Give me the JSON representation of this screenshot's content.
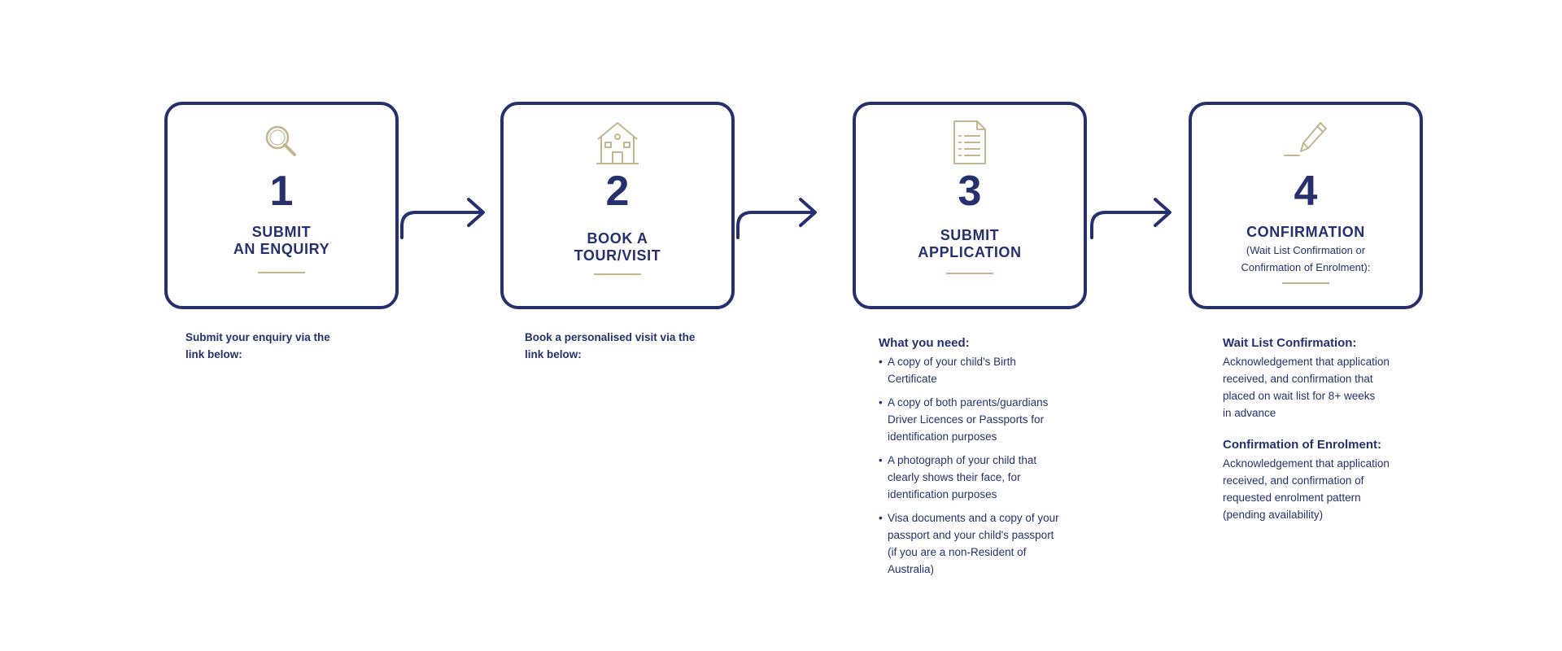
{
  "steps": [
    {
      "number": "1",
      "icon": "search-icon",
      "title_lines": [
        "SUBMIT",
        "AN ENQUIRY"
      ],
      "subtitle_lines": [],
      "description_lines": [
        "Submit your enquiry via the",
        "link below:"
      ]
    },
    {
      "number": "2",
      "icon": "house-icon",
      "title_lines": [
        "BOOK A",
        "TOUR/VISIT"
      ],
      "subtitle_lines": [],
      "description_lines": [
        "Book a personalised visit via the",
        "link below:"
      ]
    },
    {
      "number": "3",
      "icon": "document-checklist-icon",
      "title_lines": [
        "SUBMIT",
        "APPLICATION"
      ],
      "subtitle_lines": [],
      "needs_heading": "What you need:",
      "needs": [
        [
          "A copy of your child's Birth",
          "Certificate"
        ],
        [
          "A copy of both parents/guardians",
          "Driver Licences or Passports for",
          "identification purposes"
        ],
        [
          "A photograph of your child that",
          "clearly shows their face, for",
          "identification purposes"
        ],
        [
          "Visa documents and a copy of your",
          "passport and your child's passport",
          "(if you are a non-Resident of",
          "Australia)"
        ]
      ]
    },
    {
      "number": "4",
      "icon": "pencil-sign-icon",
      "title_lines": [
        "CONFIRMATION"
      ],
      "subtitle_lines": [
        "(Wait List Confirmation or",
        "Confirmation of Enrolment):"
      ],
      "confirmations": [
        {
          "heading": "Wait List Confirmation:",
          "lines": [
            "Acknowledgement that application",
            "received, and confirmation that",
            "placed on wait list for 8+ weeks",
            "in advance"
          ]
        },
        {
          "heading": "Confirmation of Enrolment:",
          "lines": [
            "Acknowledgement that application",
            "received, and confirmation of",
            "requested enrolment pattern",
            "(pending availability)"
          ]
        }
      ]
    }
  ],
  "colors": {
    "navy": "#26306e",
    "gold": "#c2b68e"
  }
}
